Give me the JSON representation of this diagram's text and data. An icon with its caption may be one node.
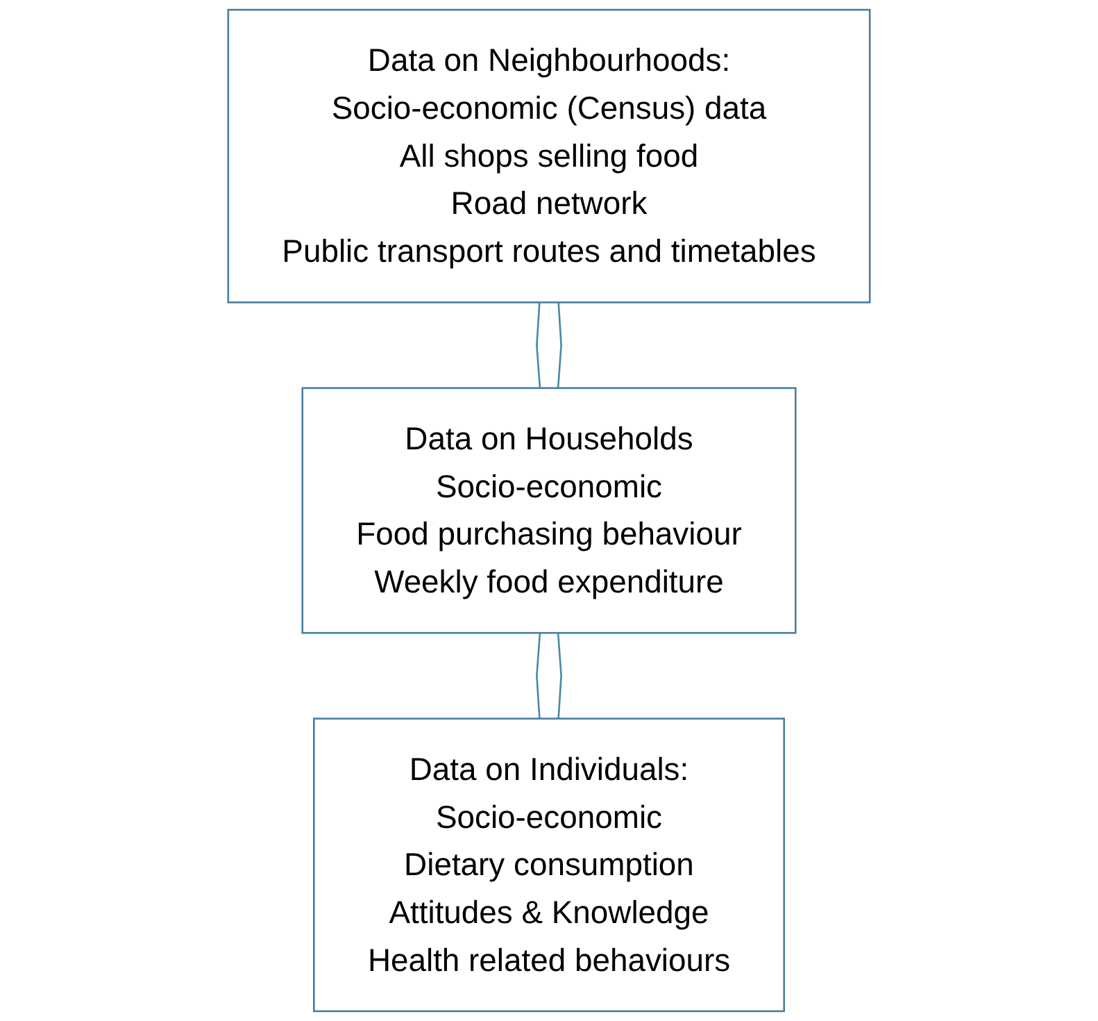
{
  "diagram": {
    "nodes": [
      {
        "text": [
          "Data on Neighbourhoods:",
          "Socio-economic (Census) data",
          "All shops selling food",
          "Road network",
          "Public transport routes and timetables"
        ]
      },
      {
        "text": [
          "Data on Households",
          "Socio-economic",
          "Food purchasing behaviour",
          "Weekly food expenditure"
        ]
      },
      {
        "text": [
          "Data on Individuals:",
          "Socio-economic",
          "Dietary consumption",
          "Attitudes & Knowledge",
          "Health related behaviours"
        ]
      }
    ],
    "edges": [
      {
        "from": 0,
        "to": 1,
        "arrow": "none"
      },
      {
        "from": 0,
        "to": 1,
        "arrow": "none"
      },
      {
        "from": 1,
        "to": 2,
        "arrow": "none"
      },
      {
        "from": 1,
        "to": 2,
        "arrow": "none"
      }
    ]
  }
}
